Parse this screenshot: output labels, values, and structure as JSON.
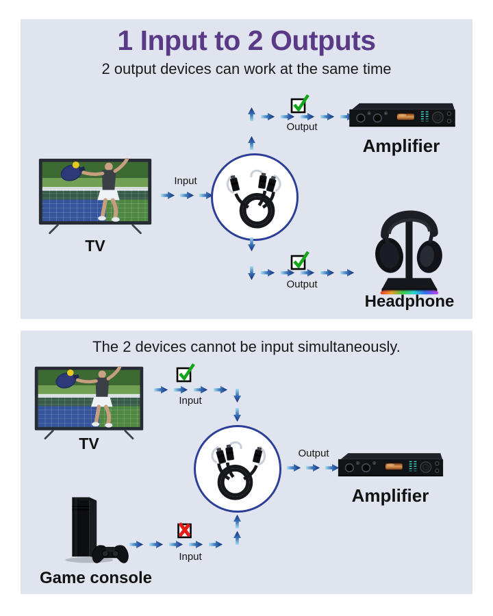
{
  "colors": {
    "page_bg": "#ffffff",
    "panel_bg": "#dfe4ee",
    "title_purple": "#5a3a86",
    "arrow_light": "#a5dff0",
    "arrow_mid": "#3e78bb",
    "arrow_dark": "#132f7c",
    "circle_border": "#2c3f96",
    "check_green": "#12a61b",
    "cross_red": "#e51b15"
  },
  "top_panel": {
    "title": "1 Input to 2 Outputs",
    "subtitle": "2 output devices can work at the same time",
    "tv_label": "TV",
    "input_label": "Input",
    "upper_output_label": "Output",
    "lower_output_label": "Output",
    "amplifier_label": "Amplifier",
    "headphone_label": "Headphone"
  },
  "bottom_panel": {
    "title": "The 2 devices cannot be input simultaneously.",
    "tv_label": "TV",
    "tv_input_label": "Input",
    "console_input_label": "Input",
    "output_label": "Output",
    "amplifier_label": "Amplifier",
    "console_label": "Game console"
  }
}
